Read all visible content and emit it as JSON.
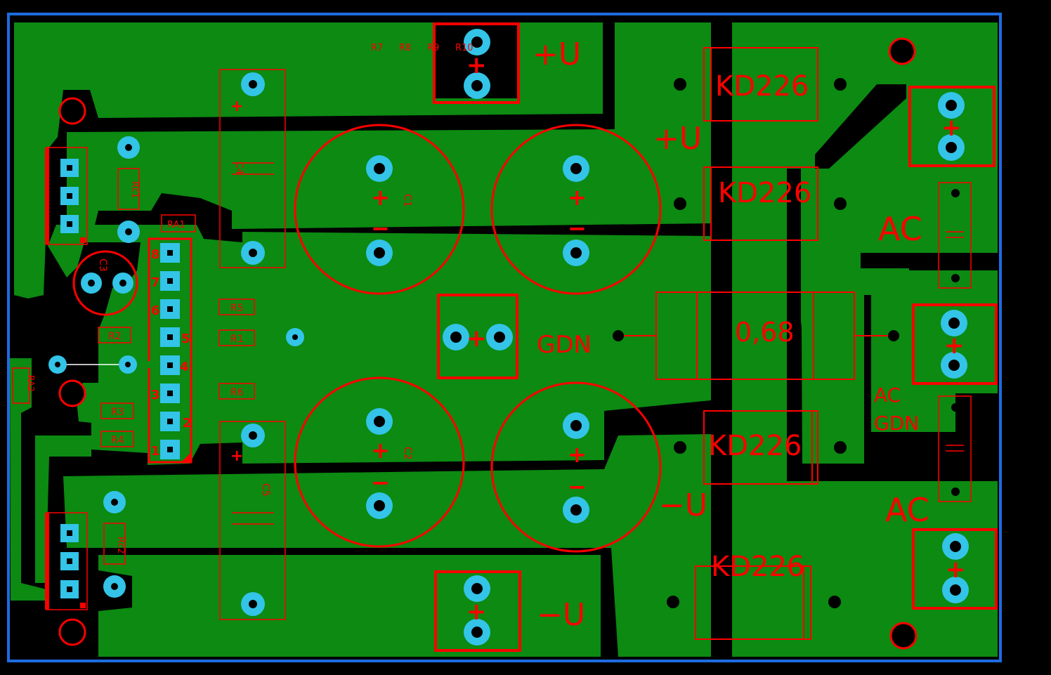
{
  "colors": {
    "background": "#000000",
    "copper": "#0c8a12",
    "silk": "#ff0000",
    "pad": "#33c4e8",
    "outline": "#1e6be0",
    "drill": "#000000",
    "jumper": "#ffffff"
  },
  "labels": {
    "plus_u_top": "+U",
    "plus_u_mid": "+U",
    "minus_u_mid": "−U",
    "minus_u_bottom": "−U",
    "kd1": "KD226",
    "kd2": "KD226",
    "kd3": "KD226",
    "kd4": "KD226",
    "ac_top": "AC",
    "ac_bottom": "AC",
    "ac_gdn_1": "AC",
    "ac_gdn_2": "GDN",
    "gdn": "GDN",
    "resistor_value": "0,68",
    "c1": "C1",
    "c2": "C2",
    "c3": "C3",
    "c4": "C4",
    "c5": "C5",
    "r1": "R1",
    "r2": "R2",
    "r3": "R3",
    "r4": "R4",
    "r5": "R5",
    "r6": "R6",
    "r7": "R7",
    "r8": "R8",
    "r9": "R9",
    "r10": "R10",
    "ra1": "RA1",
    "ra2": "RA2",
    "rc1": "Rc1",
    "rc2": "Rc2",
    "plus": "+",
    "minus": "−"
  },
  "connector_pins": [
    "8",
    "7",
    "6",
    "5",
    "4",
    "3",
    "2",
    "1"
  ]
}
